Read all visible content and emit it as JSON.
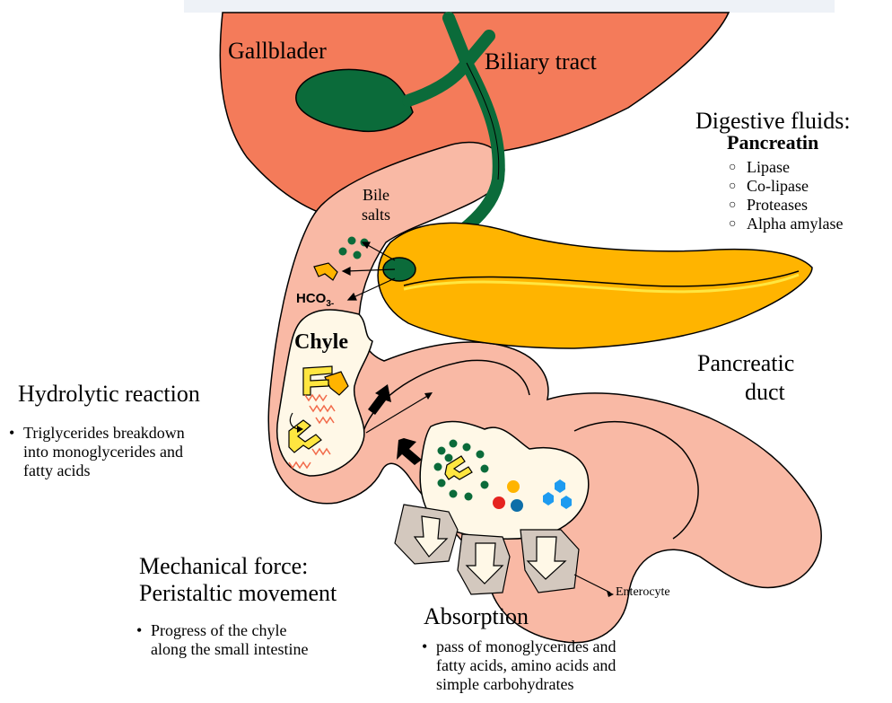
{
  "labels": {
    "gallbladder": "Gallblader",
    "biliary_tract": "Biliary tract",
    "bile_salts": "Bile salts",
    "hco3_base": "HCO",
    "hco3_sub": "3",
    "hco3_charge": "-",
    "chyle": "Chyle",
    "pancreatic_duct_line1": "Pancreatic",
    "pancreatic_duct_line2": "duct",
    "enterocyte": "Enterocyte"
  },
  "digestive_fluids": {
    "title": "Digestive fluids:",
    "subtitle": "Pancreatin",
    "items": [
      "Lipase",
      "Co-lipase",
      "Proteases",
      "Alpha amylase"
    ]
  },
  "hydrolytic": {
    "title": "Hydrolytic reaction",
    "bullet_line1": "Triglycerides breakdown",
    "bullet_line2": "into monoglycerides and",
    "bullet_line3": "fatty acids"
  },
  "mechanical": {
    "title_line1": "Mechanical force:",
    "title_line2": "Peristaltic movement",
    "bullet_line1": "Progress of the chyle",
    "bullet_line2": "along the small intestine"
  },
  "absorption": {
    "title": "Absorption",
    "bullet_line1": "pass of monoglycerides and",
    "bullet_line2": "fatty acids, amino acids and",
    "bullet_line3": "simple carbohydrates"
  },
  "colors": {
    "liver": "#F47B5A",
    "intestine": "#F9B9A5",
    "gallbladder": "#0B6B3A",
    "pancreas": "#FFB400",
    "chyle": "#FFF8E7",
    "enzyme_yellow": "#FFE640",
    "fatty_acid": "#F26B4B",
    "enterocyte": "#D3C8BE"
  }
}
